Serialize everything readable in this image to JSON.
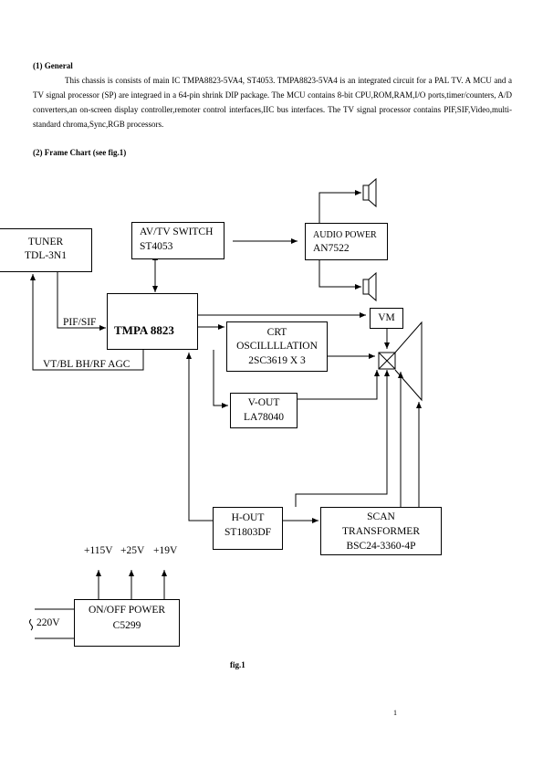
{
  "general": {
    "heading": "(1) General",
    "text": "This chassis is consists of main IC TMPA8823-5VA4, ST4053. TMPA8823-5VA4 is an integrated circuit for a PAL TV. A MCU and a TV signal processor (SP) are integraed in a 64-pin shrink DIP package. The MCU contains 8-bit CPU,ROM,RAM,I/O ports,timer/counters, A/D converters,an on-screen display controller,remoter control interfaces,IIC bus interfaces. The TV signal processor contains PIF,SIF,Video,multi-standard chroma,Sync,RGB processors."
  },
  "frame_chart": {
    "heading": "(2) Frame Chart (see fig.1)"
  },
  "diagram": {
    "tuner": {
      "line1": "TUNER",
      "line2": "TDL-3N1"
    },
    "avtv": {
      "line1": "AV/TV SWITCH",
      "line2": "ST4053"
    },
    "audio": {
      "line1": "AUDIO POWER",
      "line2": "AN7522"
    },
    "tmpa": {
      "line1": "TMPA 8823"
    },
    "crt": {
      "line1": "CRT",
      "line2": "OSCILLLLATION",
      "line3": "2SC3619 X 3"
    },
    "vm": {
      "line1": "VM"
    },
    "vout": {
      "line1": "V-OUT",
      "line2": "LA78040"
    },
    "hout": {
      "line1": "H-OUT",
      "line2": "ST1803DF"
    },
    "scan": {
      "line1": "SCAN",
      "line2": "TRANSFORMER",
      "line3": "BSC24-3360-4P"
    },
    "power": {
      "line1": "ON/OFF POWER",
      "line2": "C5299"
    },
    "pif_label": "PIF/SIF",
    "agc_label": "VT/BL BH/RF AGC",
    "v115": "+115V",
    "v25": "+25V",
    "v19": "+19V",
    "ac_label": "220V"
  },
  "caption": "fig.1",
  "page_number": "1"
}
